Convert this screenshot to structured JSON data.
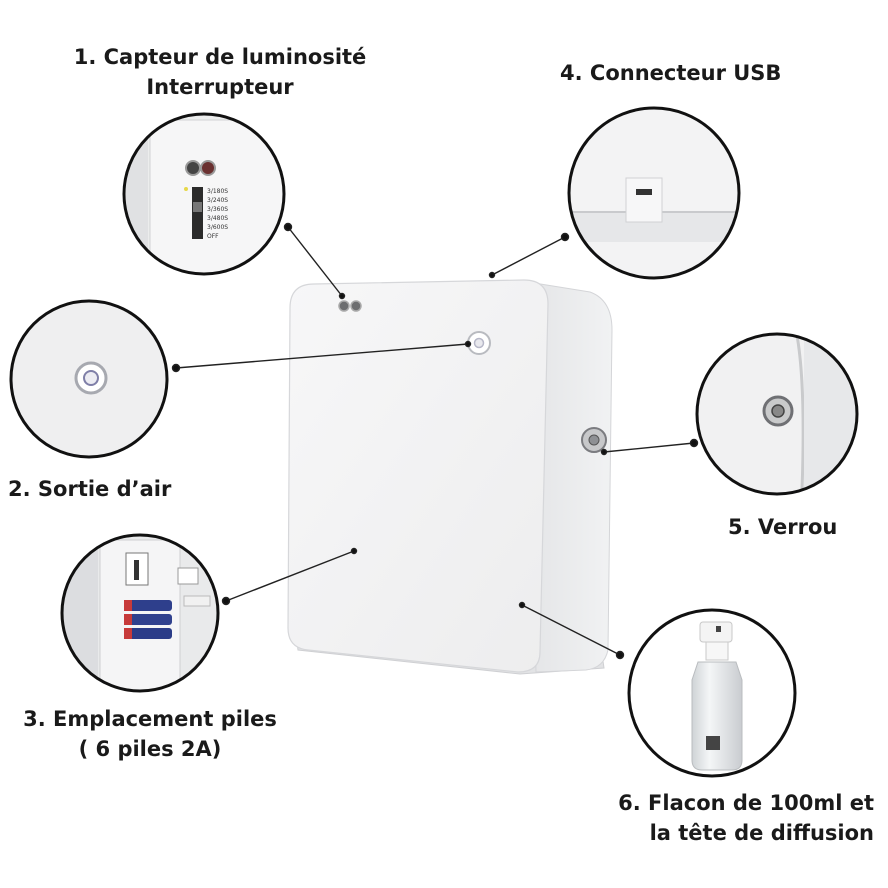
{
  "callouts": [
    {
      "number": "1.",
      "lines": [
        "Capteur de luminosité",
        "Interrupteur"
      ]
    },
    {
      "number": "2.",
      "lines": [
        "Sortie d’air"
      ]
    },
    {
      "number": "3.",
      "lines": [
        "Emplacement piles",
        "( 6 piles 2A)"
      ]
    },
    {
      "number": "4.",
      "lines": [
        "Connecteur USB"
      ]
    },
    {
      "number": "5.",
      "lines": [
        "Verrou"
      ]
    },
    {
      "number": "6.",
      "lines": [
        "Flacon de 100ml et",
        "la tête de diffusion"
      ]
    }
  ],
  "switch_scale": [
    "3/180S",
    "3/240S",
    "3/360S",
    "3/480S",
    "3/600S",
    "OFF"
  ],
  "colors": {
    "device_body": "#f3f3f4",
    "device_shadow": "#d9dadc",
    "circle_border": "#111111",
    "leader_line": "#222222",
    "text": "#1a1a1a"
  }
}
